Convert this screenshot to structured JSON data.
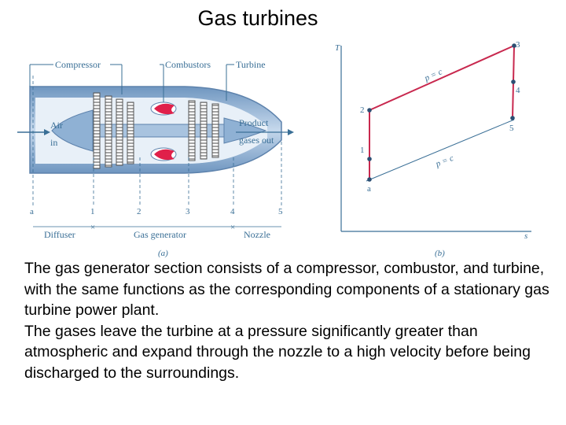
{
  "title": "Gas turbines",
  "engine_diagram": {
    "labels": {
      "compressor": "Compressor",
      "combustors": "Combustors",
      "turbine": "Turbine",
      "air_in_1": "Air",
      "air_in_2": "in",
      "product_1": "Product",
      "product_2": "gases out",
      "diffuser": "Diffuser",
      "gas_generator": "Gas generator",
      "nozzle": "Nozzle",
      "caption": "(a)"
    },
    "stations": [
      "a",
      "1",
      "2",
      "3",
      "4",
      "5"
    ]
  },
  "ts_diagram": {
    "y_axis": "T",
    "x_axis": "s",
    "points": [
      "3",
      "4",
      "5",
      "2",
      "1",
      "a"
    ],
    "isobar_label_top": "p = c",
    "isobar_label_bottom": "p = c",
    "caption": "(b)"
  },
  "colors": {
    "engine_blue": "#8fb1d4",
    "cycle_red": "#c8284e",
    "line_blue": "#3a6f96"
  },
  "body": {
    "paragraph1": "The gas generator section consists of a compressor, combustor, and turbine, with the same functions as the corresponding components of a stationary gas turbine power plant.",
    "paragraph2": "The gases leave the turbine at a pressure significantly greater than atmospheric and expand through the nozzle to a high velocity before being discharged to the surroundings."
  }
}
